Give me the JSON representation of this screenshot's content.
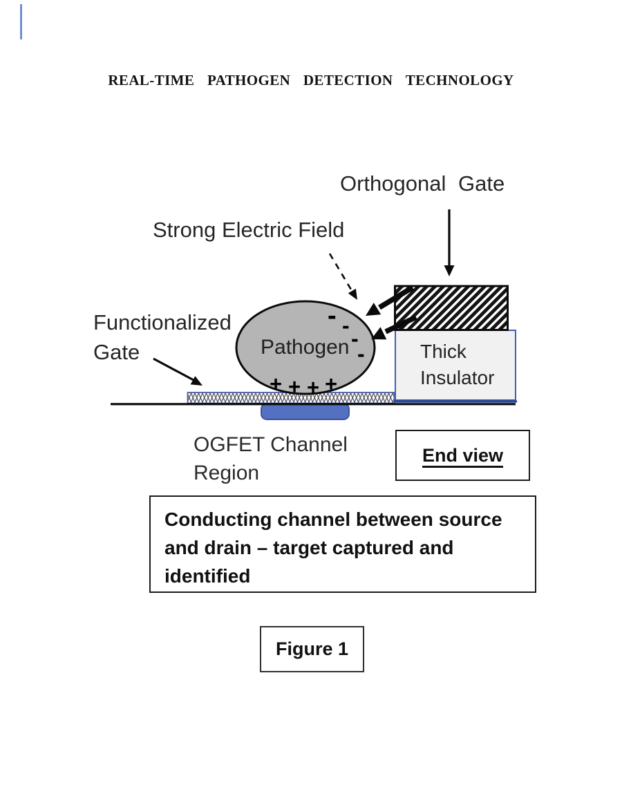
{
  "title": "REAL-TIME PATHOGEN DETECTION TECHNOLOGY",
  "labels": {
    "orthogonal_gate": "Orthogonal Gate",
    "strong_electric_field": "Strong Electric Field",
    "functionalized_gate": [
      "Functionalized",
      "Gate"
    ],
    "pathogen": "Pathogen",
    "thick_insulator": [
      "Thick",
      "Insulator"
    ],
    "ogfet_channel": [
      "OGFET Channel",
      "Region"
    ],
    "end_view": "End view"
  },
  "charges": {
    "negative": [
      "-",
      "-",
      "-",
      "-"
    ],
    "positive": [
      "+",
      "+",
      "+",
      "+"
    ]
  },
  "caption_box": {
    "lines": [
      "Conducting channel between source",
      "and drain – target captured and",
      "identified"
    ]
  },
  "figure_label": "Figure 1",
  "colors": {
    "pathogen_fill": "#b5b5b5",
    "channel_fill": "#5470c0",
    "channel_border": "#3d53a0",
    "insulator_fill": "#f1f1f2",
    "insulator_border": "#3f5fae",
    "insulator_shadow": "#2d4693",
    "strip_border": "#4b5fa7",
    "accent_line": "#4d74cc",
    "ink": "#0a0a0a"
  }
}
